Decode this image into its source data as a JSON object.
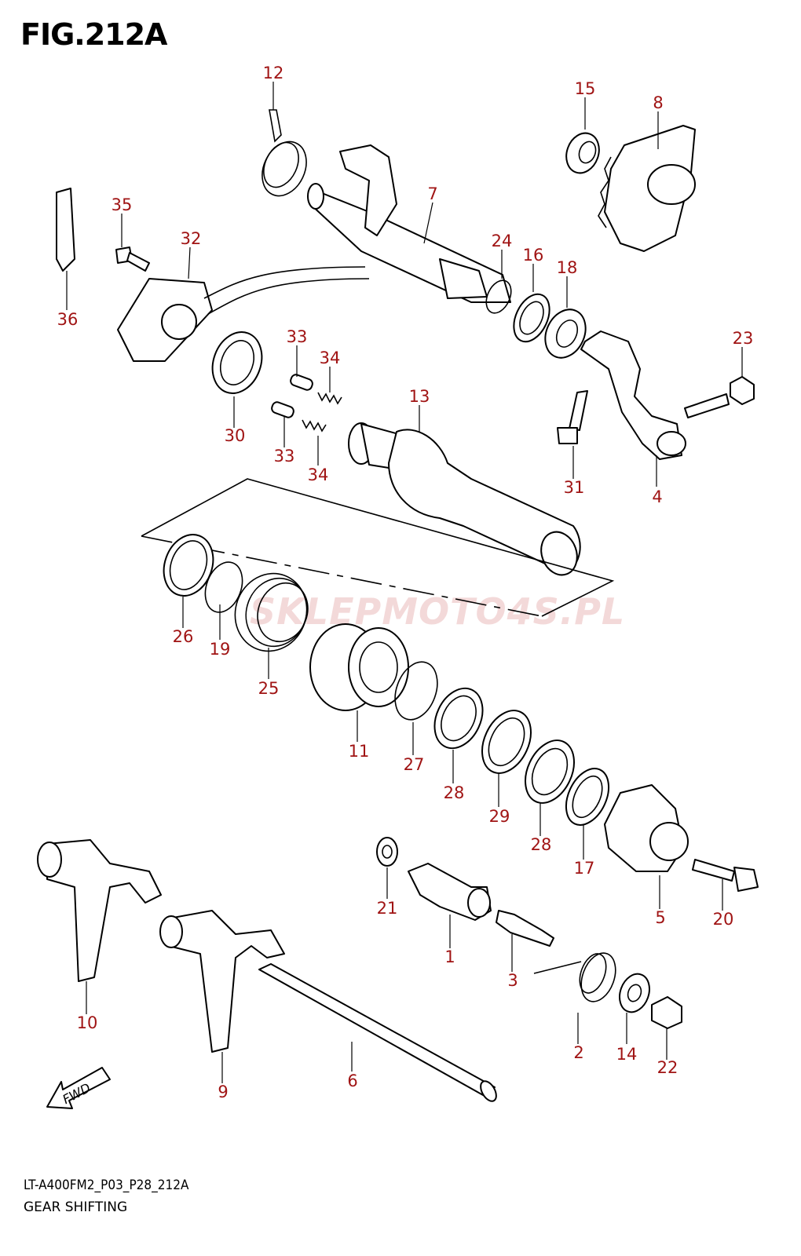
{
  "figure_title": "FIG.212A",
  "diagram_code": "LT-A400FM2_P03_P28_212A",
  "diagram_name": "GEAR SHIFTING",
  "watermark": "SKLEPMOTO4S.PL",
  "fwd_label": "FWD",
  "labels": {
    "p1": "1",
    "p2": "2",
    "p3": "3",
    "p4": "4",
    "p5": "5",
    "p6": "6",
    "p7": "7",
    "p8": "8",
    "p9": "9",
    "p10": "10",
    "p11": "11",
    "p12": "12",
    "p13": "13",
    "p14": "14",
    "p15": "15",
    "p16": "16",
    "p17": "17",
    "p18": "18",
    "p19": "19",
    "p20": "20",
    "p21": "21",
    "p22": "22",
    "p23": "23",
    "p24": "24",
    "p25": "25",
    "p26": "26",
    "p27": "27",
    "p28a": "28",
    "p28b": "28",
    "p29": "29",
    "p30": "30",
    "p31": "31",
    "p32": "32",
    "p33a": "33",
    "p33b": "33",
    "p34a": "34",
    "p34b": "34",
    "p35": "35",
    "p36": "36"
  },
  "colors": {
    "label": "#a01414",
    "line": "#000000"
  }
}
